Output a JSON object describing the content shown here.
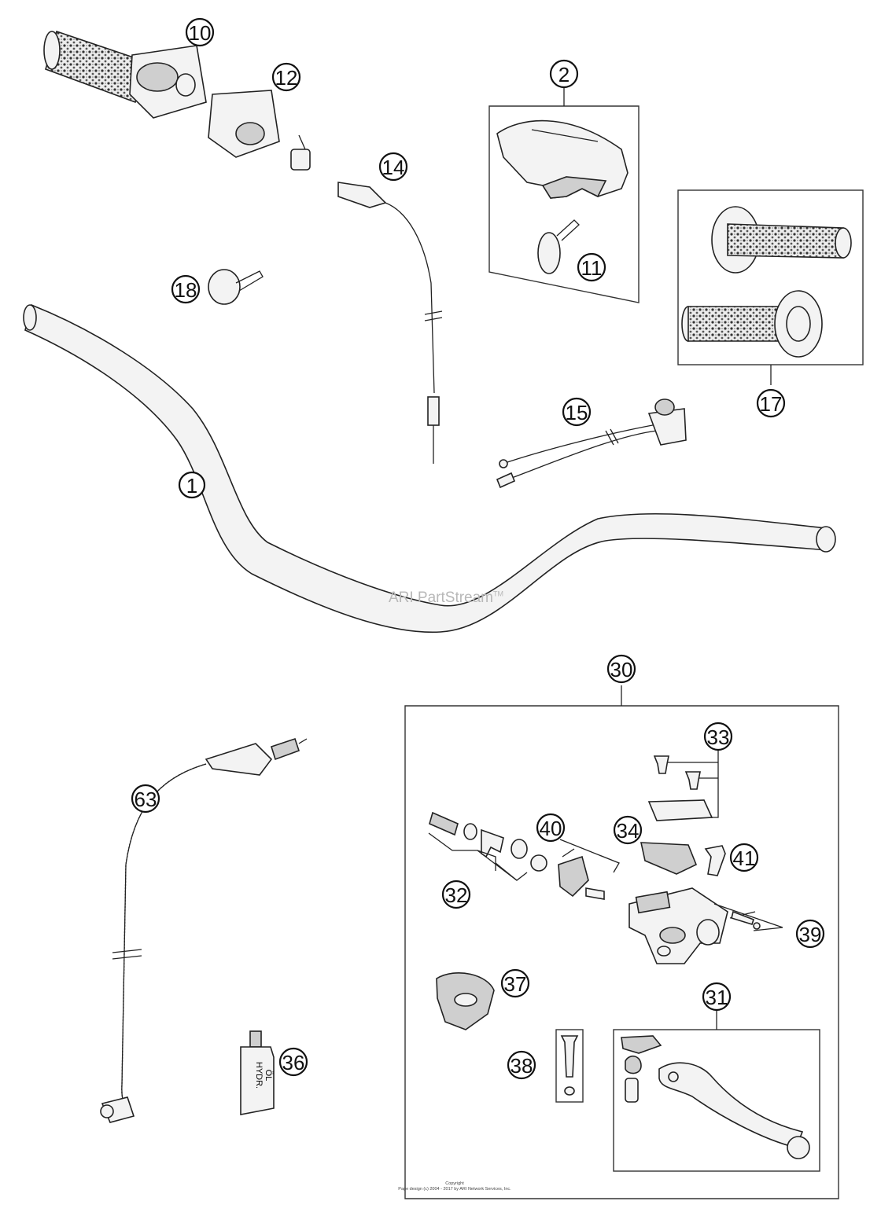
{
  "watermark": {
    "text": "ARI PartStream",
    "trademark": "TM"
  },
  "copyright": {
    "line1": "Copyright",
    "line2": "Page design (c) 2004 - 2017 by ARI Network Services, Inc."
  },
  "oil_bottle": {
    "label_line1": "HYDR.",
    "label_line2": "ÖL"
  },
  "callouts": {
    "c1": "1",
    "c2": "2",
    "c10": "10",
    "c11": "11",
    "c12": "12",
    "c14": "14",
    "c15": "15",
    "c17": "17",
    "c18": "18",
    "c30": "30",
    "c31": "31",
    "c32": "32",
    "c33": "33",
    "c34": "34",
    "c36": "36",
    "c37": "37",
    "c38": "38",
    "c39": "39",
    "c40": "40",
    "c41": "41",
    "c63": "63"
  }
}
